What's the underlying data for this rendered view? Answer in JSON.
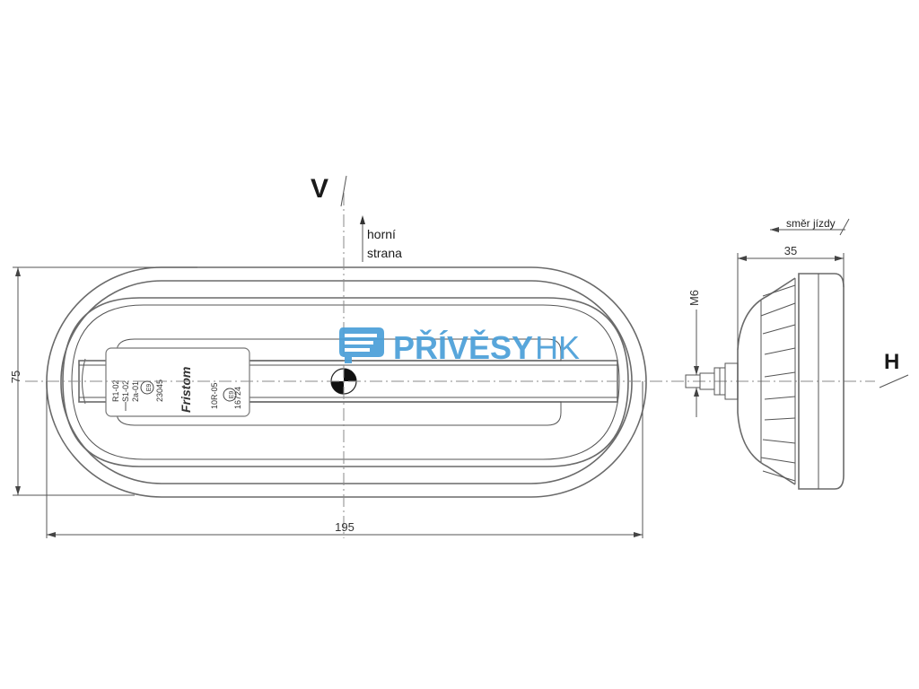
{
  "labels": {
    "axis_vertical": "V",
    "axis_horizontal": "H",
    "top_side_line1": "horní",
    "top_side_line2": "strana",
    "travel_direction": "směr jízdy"
  },
  "dimensions": {
    "height": "75",
    "width": "195",
    "depth": "35",
    "thread": "M6"
  },
  "lamp_markings": {
    "left_block": [
      "R1-02",
      "S1-02",
      "2a-01"
    ],
    "left_e_mark": "E9",
    "left_number": "23045",
    "right_block": "10R-05",
    "right_e_mark": "E9",
    "right_number": "16724",
    "brand": "Fristom"
  },
  "watermark": {
    "text_main": "PŘÍVĚSY",
    "text_suffix": "HK",
    "color": "#4a9fd8"
  }
}
